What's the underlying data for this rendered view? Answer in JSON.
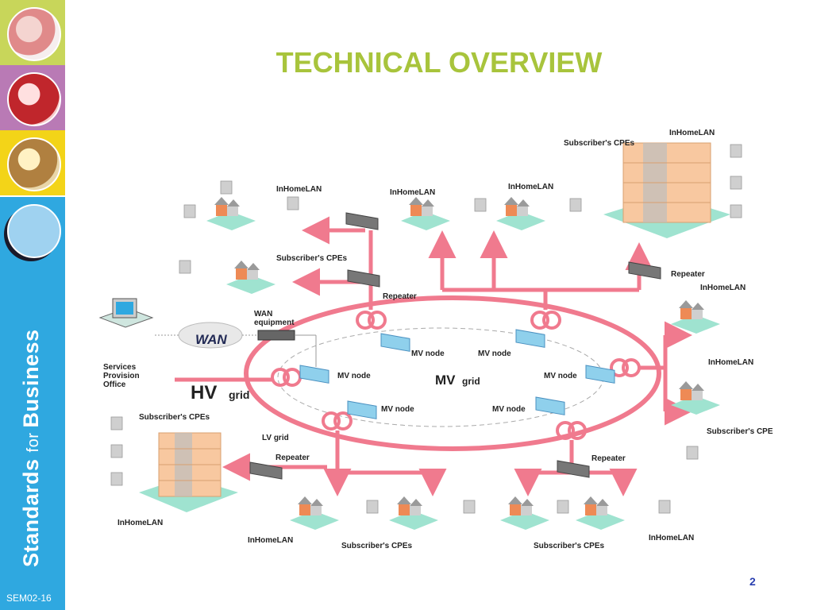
{
  "title": "TECHNICAL OVERVIEW",
  "page_number": "2",
  "slide_code": "SEM02-16",
  "brand": {
    "word1": "Standards ",
    "word2": "for ",
    "word3": "Business"
  },
  "colors": {
    "accent_title": "#a8c43c",
    "sidebar": "#2fa8e0",
    "grid_line": "#f07a8e",
    "lan_pad": "#9fe3d0",
    "house_roof": "#ee8a55",
    "page_number": "#2a3fb0"
  },
  "diagram": {
    "wan": "WAN",
    "wan_equipment": "WAN\nequipment",
    "services_office": "Services\nProvision\nOffice",
    "hv": "HV",
    "hv_grid": "grid",
    "mv": "MV",
    "mv_grid": "grid",
    "lv_grid": "LV grid",
    "mv_node": "MV node",
    "repeater": "Repeater",
    "inhomelan": "InHomeLAN",
    "subscribers_cpes": "Subscriber's CPEs",
    "subscribers_cpe": "Subscriber's CPE"
  }
}
